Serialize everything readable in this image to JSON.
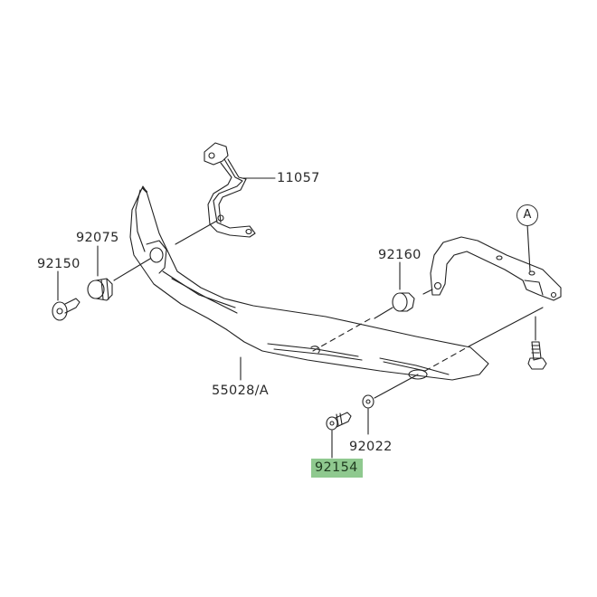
{
  "diagram": {
    "type": "exploded parts diagram",
    "highlight_color": "#8fc98f",
    "line_color": "#222222"
  },
  "parts": [
    {
      "id": "p11057",
      "number": "11057",
      "description": "bracket (upper left)"
    },
    {
      "id": "p92075",
      "number": "92075",
      "description": "damper / grommet"
    },
    {
      "id": "p92150",
      "number": "92150",
      "description": "bolt"
    },
    {
      "id": "p92160",
      "number": "92160",
      "description": "damper"
    },
    {
      "id": "p55028A",
      "number": "55028/A",
      "description": "cover / guard"
    },
    {
      "id": "p92022",
      "number": "92022",
      "description": "washer"
    },
    {
      "id": "p92154",
      "number": "92154",
      "description": "bolt",
      "highlighted": true
    }
  ],
  "callouts": [
    {
      "id": "A",
      "label": "A"
    }
  ]
}
